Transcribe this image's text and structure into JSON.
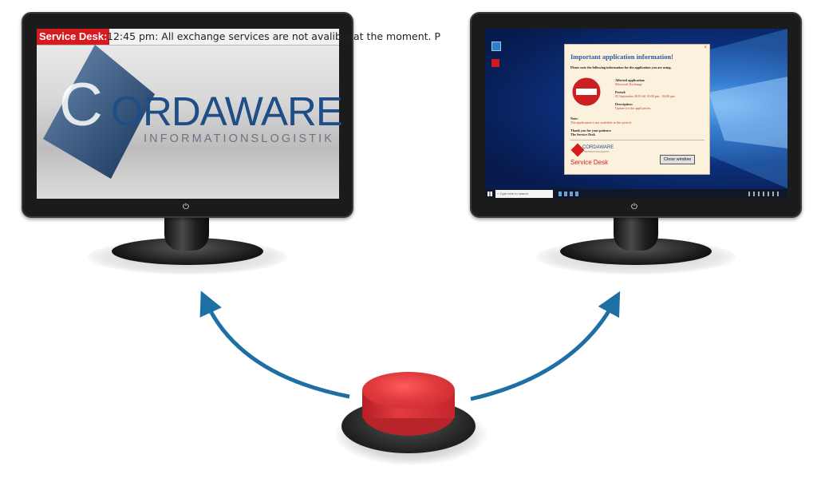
{
  "left_monitor": {
    "ticker_label": "Service Desk:",
    "ticker_message": "12:45 pm: All exchange services are not avalible at the moment. P",
    "logo": {
      "wordmark_left": "C",
      "wordmark_o": "O",
      "wordmark_right": "RDAWARE",
      "tagline": "INFORMATIONSLOGISTIK"
    }
  },
  "right_monitor": {
    "dialog": {
      "title": "Important application information!",
      "intro": "Please note the following information for the application you are using.",
      "affected_label": "Affected application:",
      "affected_value": "Microsoft Exchange",
      "period_label": "Period:",
      "period_value": "03 September 2019 till 10:00 pm - 04:00 pm",
      "description_label": "Description:",
      "description_value": "Update for the application.",
      "note_label": "Note:",
      "note_value": "The application is not available in this period.",
      "thanks_line1": "Thank you for your patience",
      "thanks_line2": "The Service Desk",
      "logo_text": "CORDAWARE",
      "logo_sub": "INFORMATIONSLOGISTIK",
      "service_desk": "Service Desk",
      "close_button": "Close window"
    },
    "taskbar": {
      "search_placeholder": "Type here to search"
    }
  },
  "colors": {
    "accent_red": "#d71920",
    "arrow_blue": "#1e6fa3",
    "cordaware_blue": "#1f4e87",
    "button_red": "#e03a3e"
  },
  "icons": [
    "power-icon",
    "no-entry-icon",
    "windows-start-icon",
    "search-icon"
  ]
}
